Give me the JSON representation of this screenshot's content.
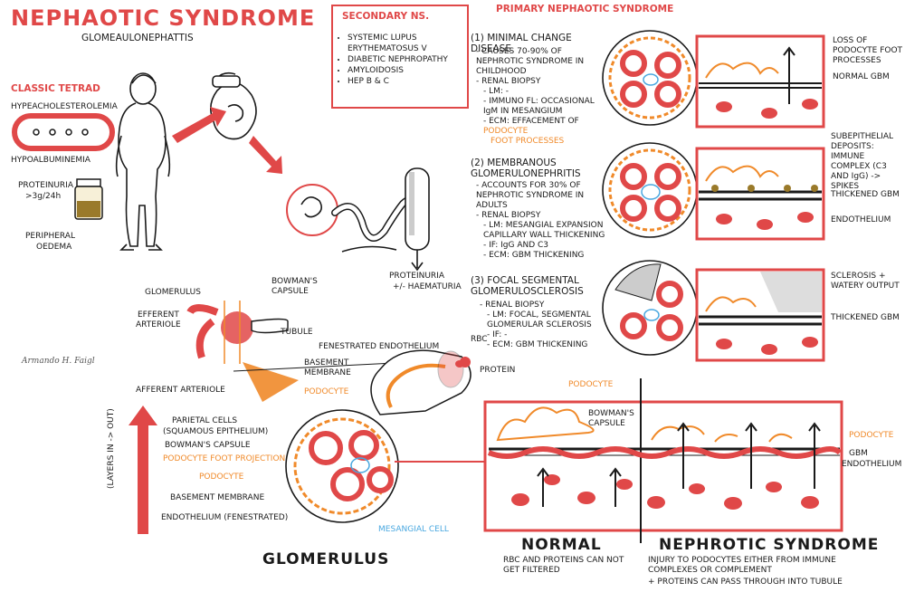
{
  "header": {
    "title": "NEPHAOTIC SYNDROME",
    "subtitle": "GLOMEAULONEPHATTIS",
    "signature": "Armando H. Faigl"
  },
  "left": {
    "classic_tetrad": "CLASSIC TETRAD",
    "hyperchol": "HYPEACHOLESTEROLEMIA",
    "hypoalb": "HYPOALBUMINEMIA",
    "proteinuria_1": "PROTEINURIA",
    "proteinuria_2": ">3g/24h",
    "edema_1": "PERIPHERAL",
    "edema_2": "OEDEMA",
    "glomerulus": "GLOMERULUS",
    "efferent_1": "EFFERENT",
    "efferent_2": "ARTERIOLE",
    "bowmans_1": "BOWMAN'S",
    "bowmans_2": "CAPSULE",
    "tubule": "TUBULE",
    "afferent": "AFFERENT ARTERIOLE",
    "proteinuria_hem_1": "PROTEINURIA",
    "proteinuria_hem_2": "+/- HAEMATURIA"
  },
  "secondary": {
    "heading": "SECONDARY NS.",
    "items": [
      "SYSTEMIC LUPUS ERYTHEMATOSUS V",
      "DIABETIC NEPHROPATHY",
      "AMYLOIDOSIS",
      "HEP B & C"
    ]
  },
  "primary": {
    "heading": "PRIMARY NEPHAOTIC SYNDROME",
    "mcd": {
      "title": "(1) MINIMAL CHANGE DISEASE",
      "lines": [
        "- CAUSES 70-90% OF NEPHROTIC SYNDROME IN CHILDHOOD",
        "- RENAL BIOPSY",
        "- LM: -",
        "- IMMUNO FL: OCCASIONAL IgM IN MESANGIUM",
        "- ECM: EFFACEMENT OF"
      ],
      "podocyte": "PODOCYTE",
      "foot": "FOOT PROCESSES",
      "label_loss": "LOSS OF PODOCYTE FOOT PROCESSES",
      "label_gbm": "NORMAL GBM"
    },
    "mgn": {
      "title": "(2) MEMBRANOUS GLOMERULONEPHRITIS",
      "lines": [
        "- ACCOUNTS FOR 30% OF NEPHROTIC SYNDROME IN ADULTS",
        "- RENAL BIOPSY",
        "- LM: MESANGIAL EXPANSION CAPILLARY WALL THICKENING",
        "- IF: IgG AND C3",
        "- ECM: GBM THICKENING"
      ],
      "label_sub": "SUBEPITHELIAL DEPOSITS: IMMUNE COMPLEX (C3 AND IgG) -> SPIKES",
      "label_gbm": "THICKENED GBM",
      "label_endo": "ENDOTHELIUM"
    },
    "fsgs": {
      "title": "(3) FOCAL SEGMENTAL GLOMERULOSCLEROSIS",
      "lines": [
        "- RENAL BIOPSY",
        "- LM: FOCAL, SEGMENTAL GLOMERULAR SCLEROSIS",
        "- IF: -",
        "- ECM: GBM THICKENING"
      ],
      "label_scl": "SCLEROSIS + WATERY OUTPUT",
      "label_gbm": "THICKENED GBM"
    }
  },
  "middle": {
    "fenestrated": "FENESTRATED ENDOTHELIUM",
    "basement_1": "BASEMENT",
    "basement_2": "MEMBRANE",
    "podocyte": "PODOCYTE",
    "rbc": "RBC",
    "protein": "PROTEIN",
    "parietal_1": "PARIETAL CELLS",
    "parietal_2": "(SQUAMOUS EPITHELIUM)",
    "bowmans": "BOWMAN'S CAPSULE",
    "foot_proj": "PODOCYTE FOOT PROJECTION",
    "podocyte2": "PODOCYTE",
    "basement2": "BASEMENT MEMBRANE",
    "endothelium": "ENDOTHELIUM (FENESTRATED)",
    "mesangial": "MESANGIAL CELL",
    "layers": "(LAYERS IN -> OUT)",
    "glomerulus": "GLOMERULUS"
  },
  "bottom": {
    "podocyte_top": "PODOCYTE",
    "bowmans_1": "BOWMAN'S",
    "bowmans_2": "CAPSULE",
    "label_podocyte": "PODOCYTE",
    "label_gbm": "GBM",
    "label_endo": "ENDOTHELIUM",
    "normal": "NORMAL",
    "normal_desc": "RBC AND PROTEINS CAN NOT GET FILTERED",
    "nephrotic": "NEPHROTIC SYNDROME",
    "nephrotic_desc_1": "INJURY TO PODOCYTES EITHER FROM IMMUNE COMPLEXES OR COMPLEMENT",
    "nephrotic_desc_2": "+ PROTEINS CAN PASS THROUGH INTO TUBULE"
  },
  "colors": {
    "red": "#e04848",
    "orange": "#f08a2a",
    "blue": "#4aa8e0",
    "ink": "#1a1a1a",
    "brown": "#9a7a2a"
  }
}
